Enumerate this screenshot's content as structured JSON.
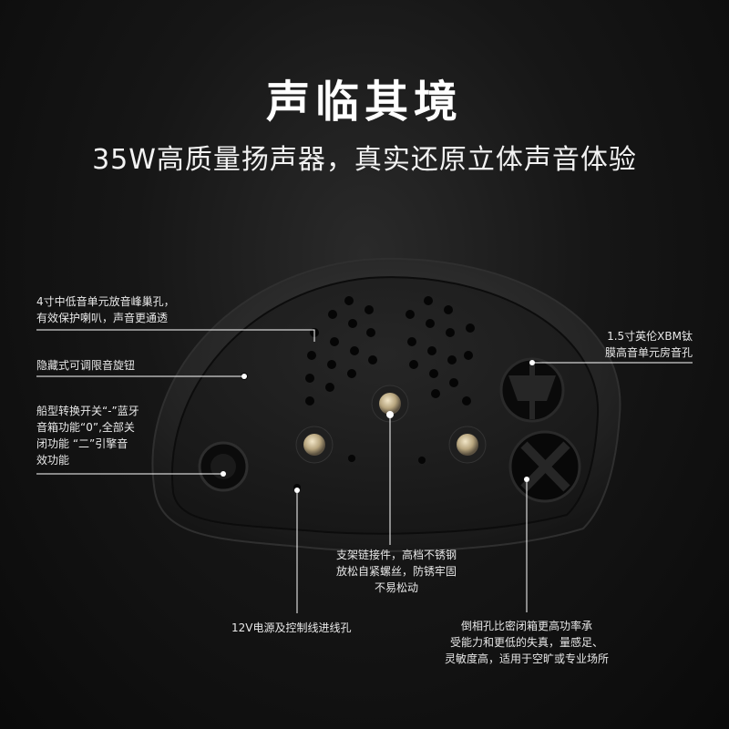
{
  "header": {
    "title": "声临其境",
    "subtitle": "35W高质量扬声器，真实还原立体声音体验"
  },
  "callouts": {
    "woofer_holes": [
      "4寸中低音单元放音峰巢孔，",
      "有效保护喇叭，声音更通透"
    ],
    "volume_knob": [
      "隐藏式可调限音旋钮"
    ],
    "switch": [
      "船型转换开关“-”蓝牙",
      "音箱功能“0”,全部关",
      "闭功能 “二”引擎音",
      "效功能"
    ],
    "tweeter": [
      "1.5寸英伦XBM钛",
      "膜高音单元房音孔"
    ],
    "bracket": [
      "支架链接件，高档不锈钢",
      "放松自紧螺丝，防锈牢固",
      "不易松动"
    ],
    "power": [
      "12V电源及控制线进线孔"
    ],
    "port": [
      "倒相孔比密闭箱更高功率承",
      "受能力和更低的失真，量感足、",
      "灵敏度高，适用于空旷或专业场所"
    ]
  },
  "colors": {
    "background": "#111111",
    "housing": "#1b1b1b",
    "line": "#ffffff"
  }
}
